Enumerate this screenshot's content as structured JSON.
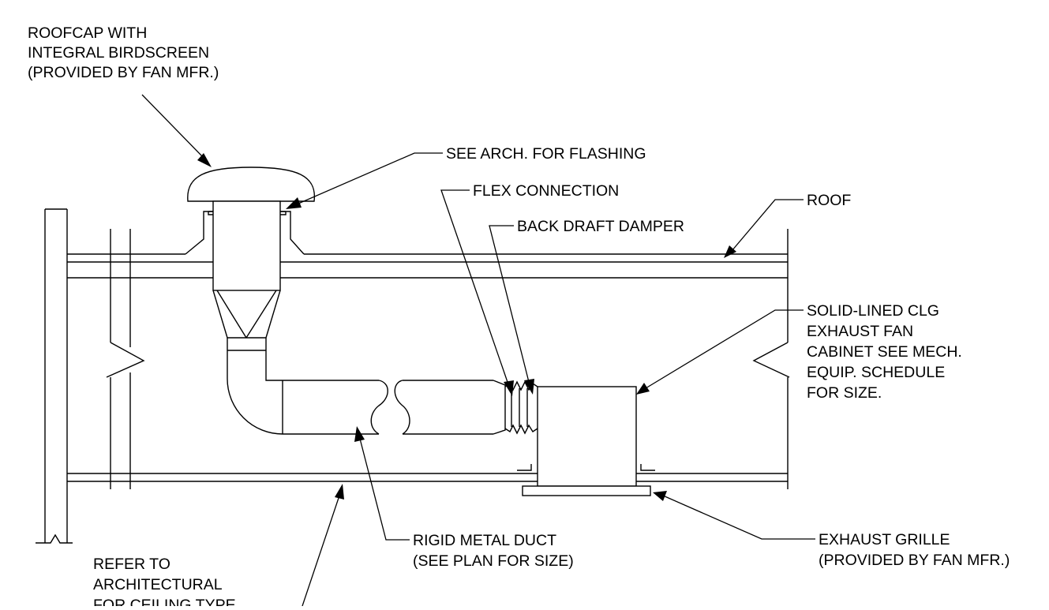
{
  "labels": {
    "roofcap": [
      "ROOFCAP WITH",
      "INTEGRAL BIRDSCREEN",
      "(PROVIDED BY FAN MFR.)"
    ],
    "flashing": [
      "SEE ARCH. FOR FLASHING"
    ],
    "flex": [
      "FLEX CONNECTION"
    ],
    "damper": [
      "BACK DRAFT DAMPER"
    ],
    "roof": [
      "ROOF"
    ],
    "fan": [
      "SOLID-LINED CLG",
      "EXHAUST FAN",
      "CABINET SEE MECH.",
      "EQUIP. SCHEDULE",
      "FOR SIZE."
    ],
    "duct": [
      "RIGID METAL DUCT",
      "(SEE PLAN FOR SIZE)"
    ],
    "grille": [
      "EXHAUST GRILLE",
      "(PROVIDED BY FAN MFR.)"
    ],
    "ceiling": [
      "REFER TO",
      "ARCHITECTURAL",
      "FOR CEILING TYPE"
    ]
  }
}
